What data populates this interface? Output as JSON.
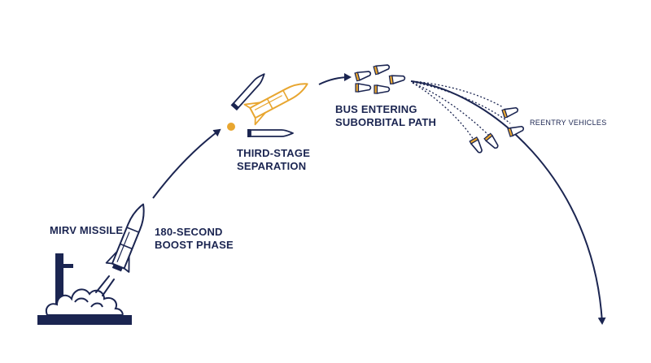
{
  "colors": {
    "navy": "#1b2551",
    "orange": "#e8a630",
    "white": "#ffffff"
  },
  "labels": {
    "mirv_missile": "MIRV MISSILE",
    "boost_phase_line1": "180-SECOND",
    "boost_phase_line2": "BOOST PHASE",
    "third_stage_line1": "THIRD-STAGE",
    "third_stage_line2": "SEPARATION",
    "bus_line1": "BUS ENTERING",
    "bus_line2": "SUBORBITAL PATH",
    "reentry_vehicles": "REENTRY VEHICLES"
  },
  "icons": [
    "launch-tower-icon",
    "exhaust-cloud-icon",
    "missile-icon",
    "third-stage-missile-icon",
    "separated-booster-icon",
    "warhead-icon"
  ]
}
